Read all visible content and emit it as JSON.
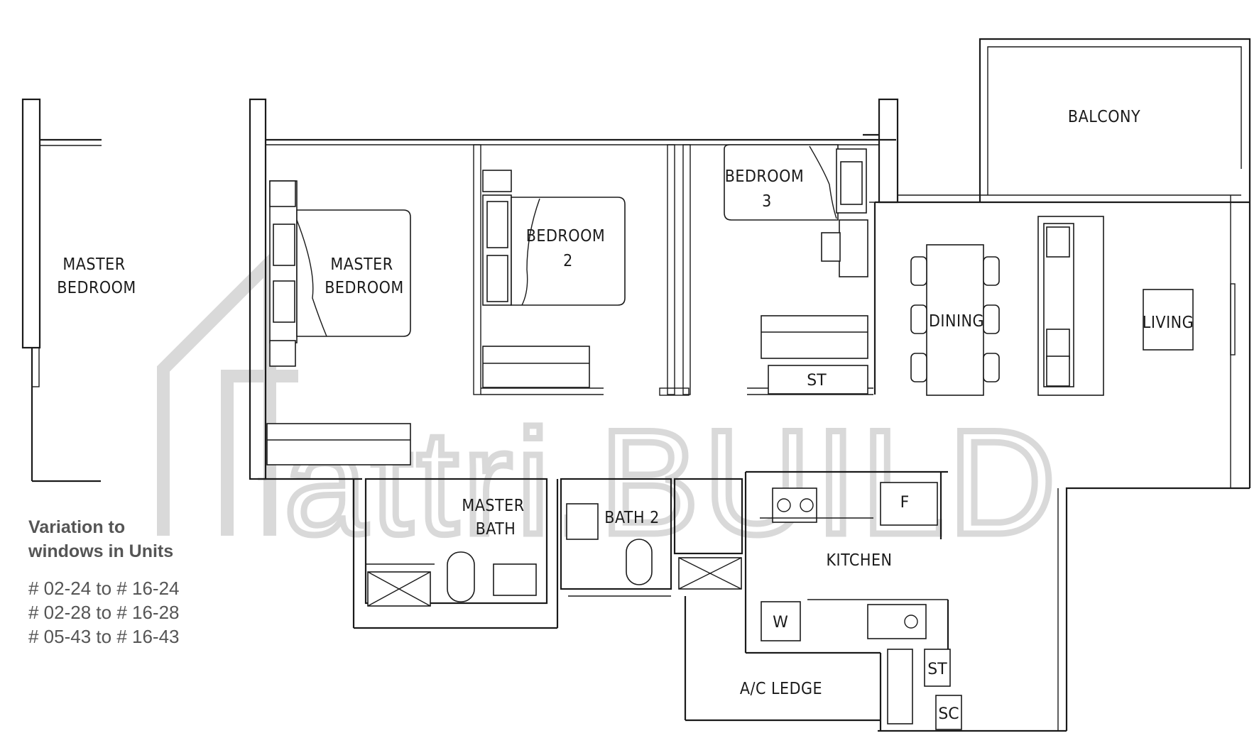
{
  "rooms": {
    "master_bedroom_alt": "MASTER\nBEDROOM",
    "master_bedroom": "MASTER\nBEDROOM",
    "bedroom_2": "BEDROOM\n2",
    "bedroom_3": "BEDROOM\n3",
    "balcony": "BALCONY",
    "dining": "DINING",
    "living": "LIVING",
    "master_bath": "MASTER\nBATH",
    "bath_2": "BATH 2",
    "kitchen": "KITCHEN",
    "ac_ledge": "A/C LEDGE"
  },
  "fixtures": {
    "store_bed3": "ST",
    "fridge": "F",
    "washer": "W",
    "store_kitchen": "ST",
    "service_closet": "SC"
  },
  "watermark": "attri.BUILD",
  "notes": {
    "heading_line1": "Variation to",
    "heading_line2": "windows in Units",
    "units": [
      "# 02-24 to # 16-24",
      "# 02-28 to # 16-28",
      "# 05-43 to # 16-43"
    ]
  }
}
